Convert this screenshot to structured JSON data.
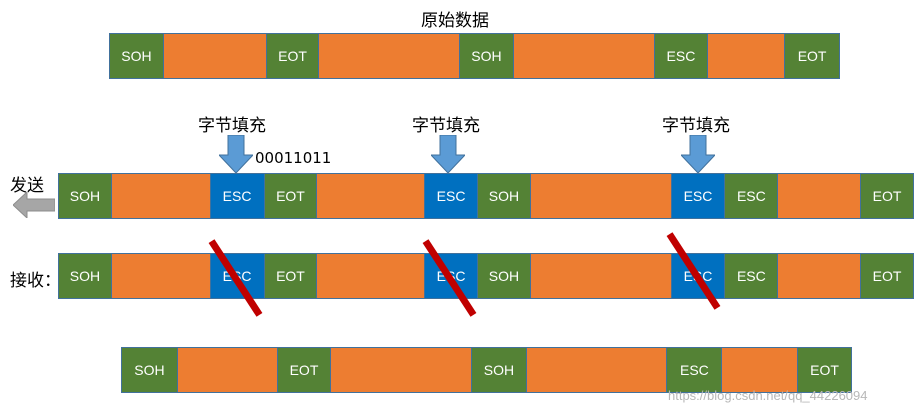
{
  "title": "原始数据",
  "stuffing_label": "字节填充",
  "esc_code": "00011011",
  "send_label": "发送",
  "receive_label": "接收：",
  "watermark": "https://blog.csdn.net/qq_44226094",
  "colors": {
    "control": "#548235",
    "esc": "#0070c0",
    "data": "#ed7d31",
    "strike": "#c00000"
  },
  "rows": {
    "original": [
      "SOH",
      "",
      "EOT",
      "",
      "SOH",
      "",
      "ESC",
      "",
      "EOT"
    ],
    "sent": [
      "SOH",
      "",
      "ESC",
      "EOT",
      "",
      "ESC",
      "SOH",
      "",
      "ESC",
      "ESC",
      "",
      "EOT"
    ],
    "received": [
      "SOH",
      "",
      "ESC",
      "EOT",
      "",
      "ESC",
      "SOH",
      "",
      "ESC",
      "ESC",
      "",
      "EOT"
    ],
    "result": [
      "SOH",
      "",
      "EOT",
      "",
      "SOH",
      "",
      "ESC",
      "",
      "EOT"
    ]
  }
}
